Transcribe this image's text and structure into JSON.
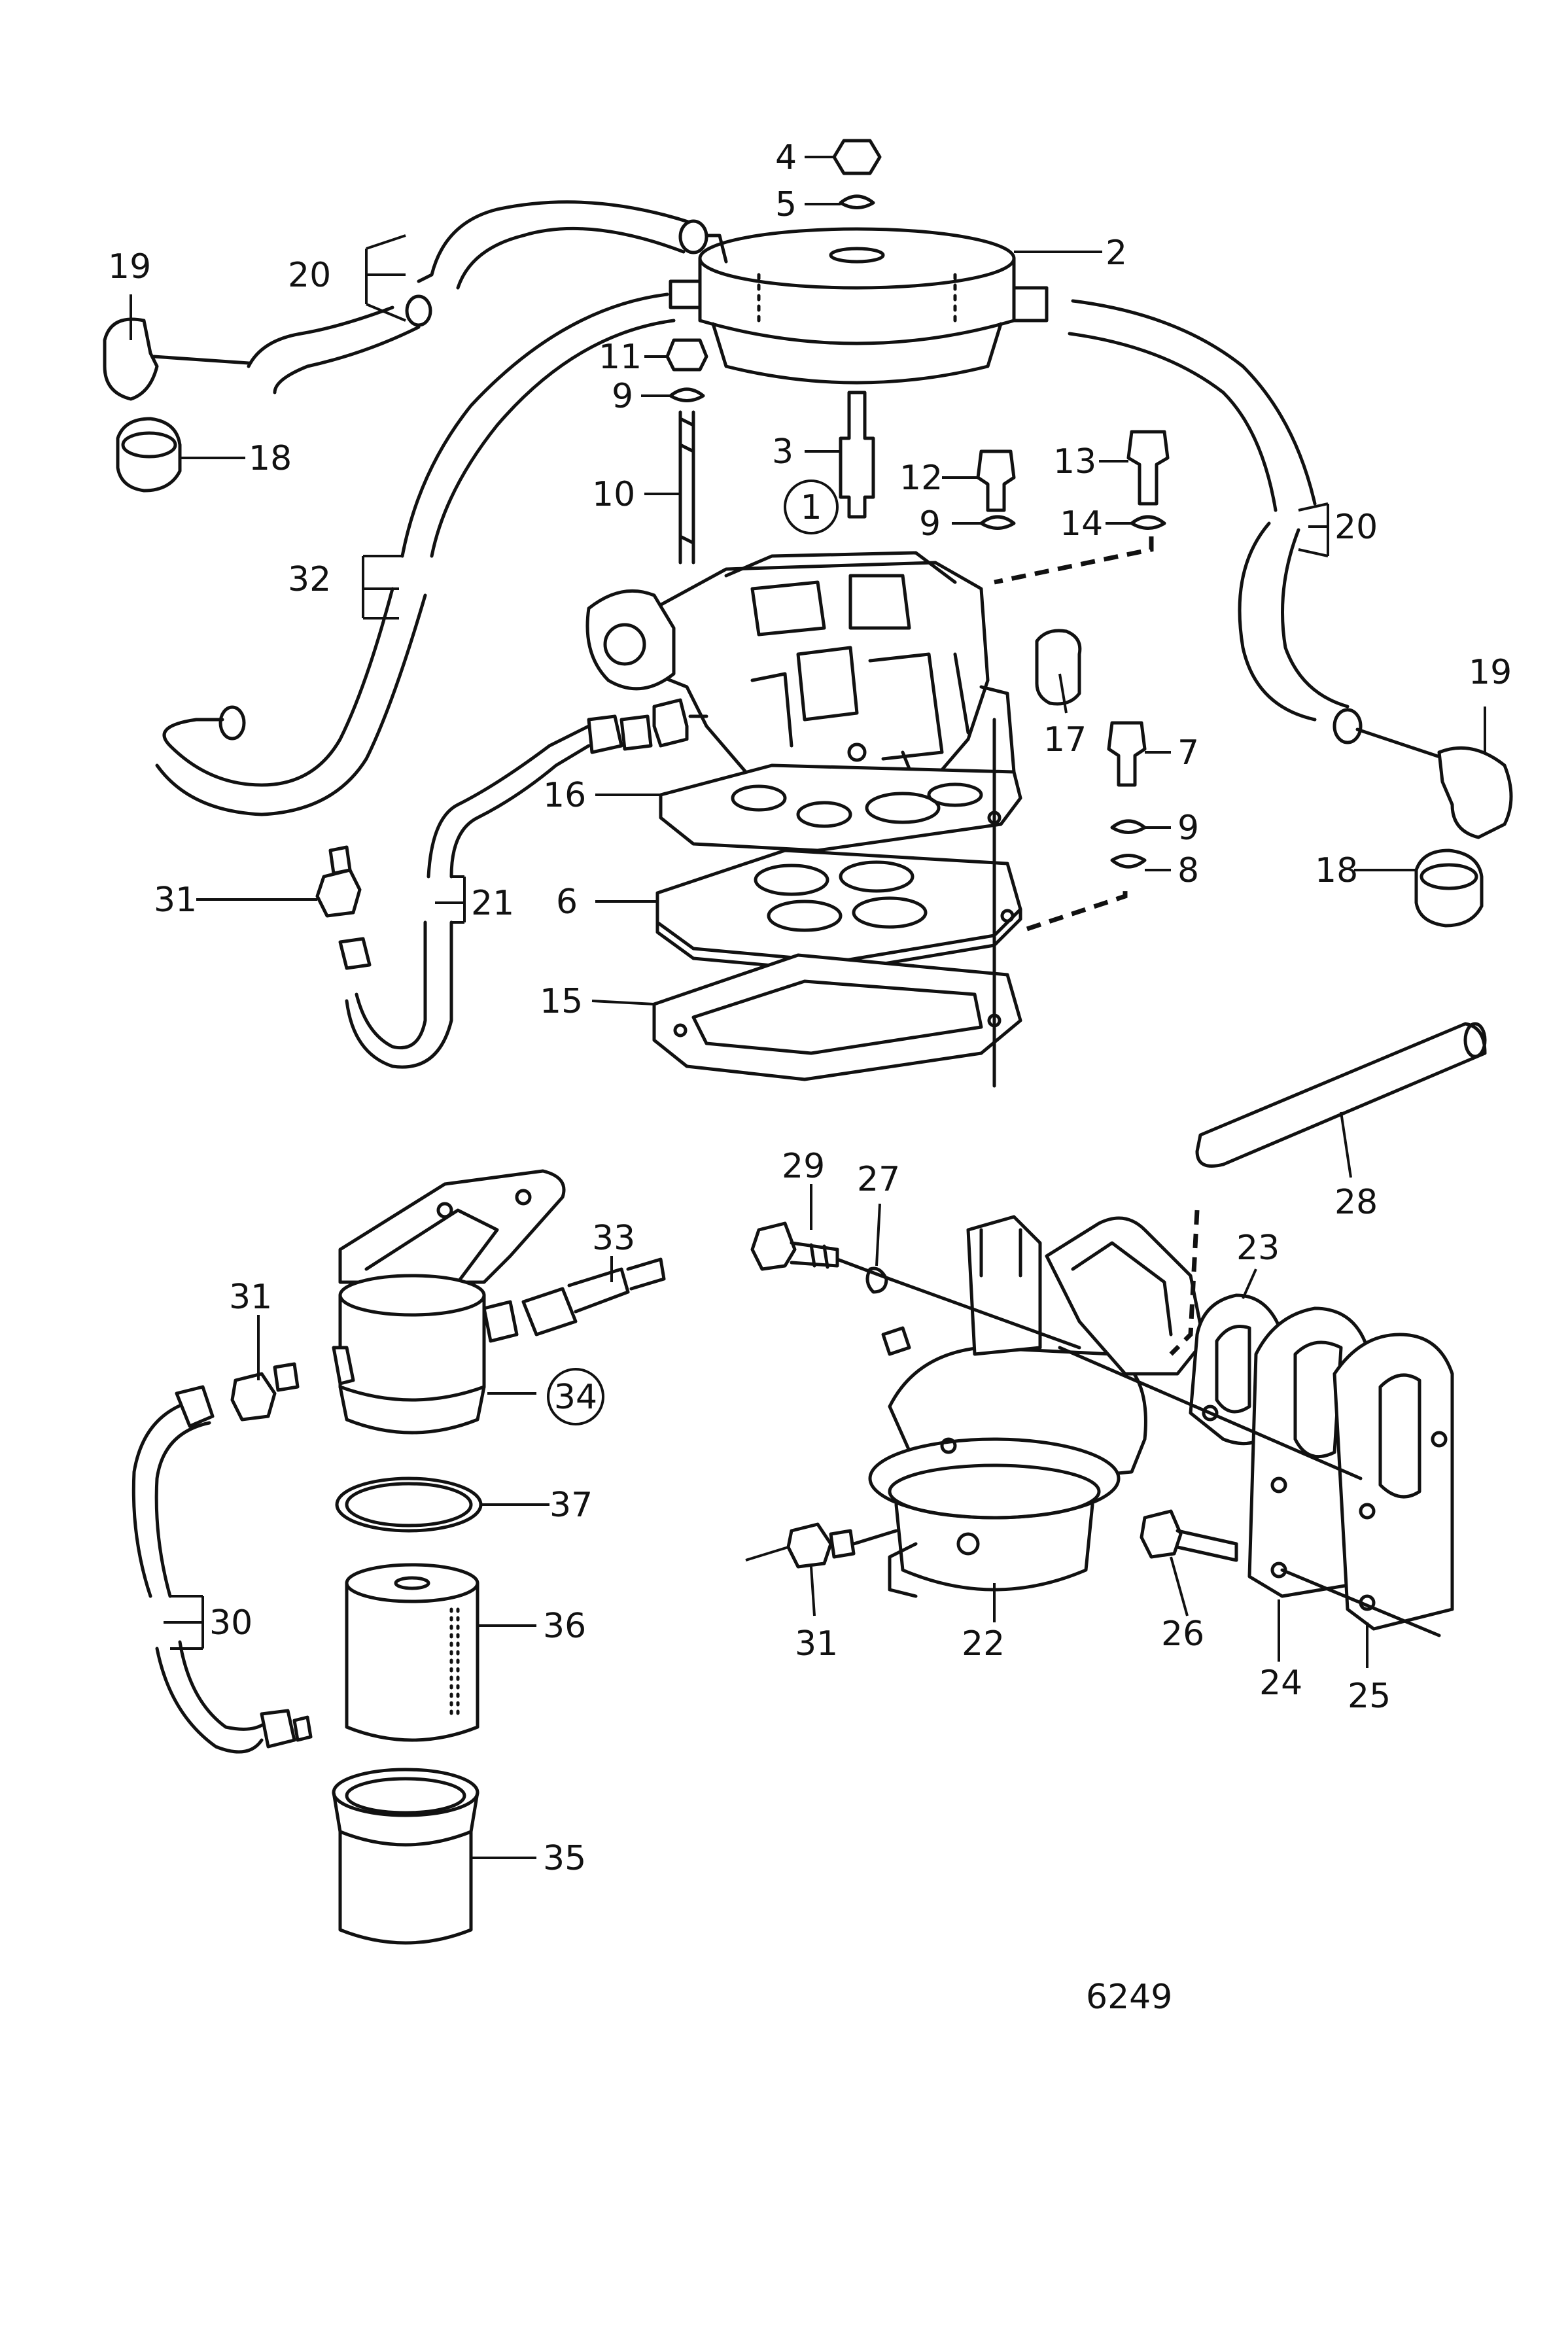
{
  "labels": {
    "p1": "1",
    "p2": "2",
    "p3": "3",
    "p4": "4",
    "p5": "5",
    "p6": "6",
    "p7": "7",
    "p8": "8",
    "p9a": "9",
    "p9b": "9",
    "p9c": "9",
    "p10": "10",
    "p11": "11",
    "p12": "12",
    "p13": "13",
    "p14": "14",
    "p15": "15",
    "p16": "16",
    "p17": "17",
    "p18a": "18",
    "p18b": "18",
    "p19a": "19",
    "p19b": "19",
    "p20a": "20",
    "p20b": "20",
    "p21": "21",
    "p22": "22",
    "p23": "23",
    "p24": "24",
    "p25": "25",
    "p26": "26",
    "p27": "27",
    "p28": "28",
    "p29": "29",
    "p30": "30",
    "p31a": "31",
    "p31b": "31",
    "p31c": "31",
    "p32": "32",
    "p33": "33",
    "p34": "34",
    "p35": "35",
    "p36": "36",
    "p37": "37"
  },
  "drawing_number": "6249"
}
